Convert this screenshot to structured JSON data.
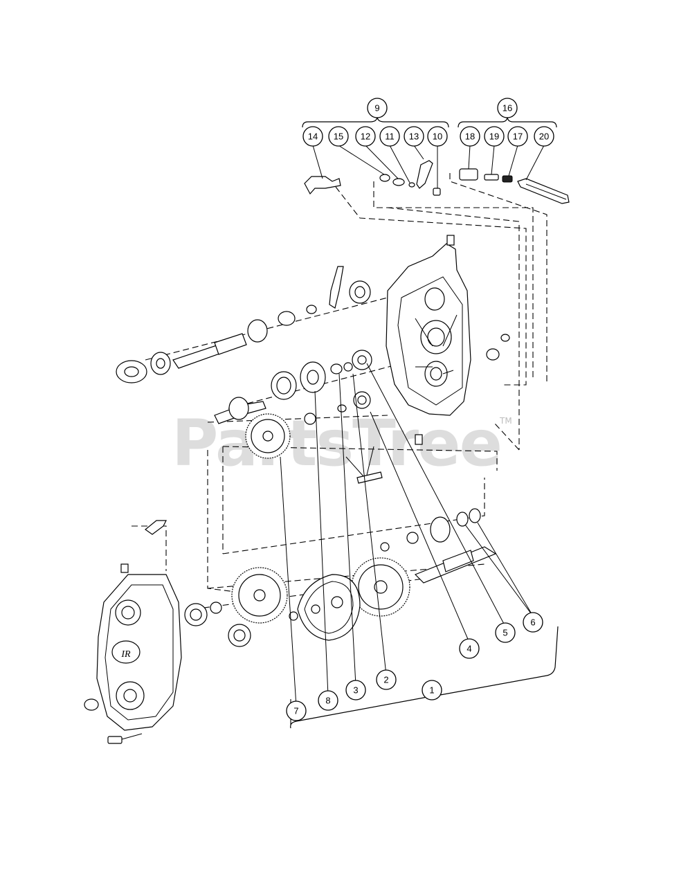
{
  "watermark": {
    "text": "PartsTree",
    "tm": "TM"
  },
  "callouts": {
    "c1": "1",
    "c2": "2",
    "c3": "3",
    "c4": "4",
    "c5": "5",
    "c6": "6",
    "c7": "7",
    "c8": "8",
    "c9": "9",
    "c10": "10",
    "c11": "11",
    "c12": "12",
    "c13": "13",
    "c14": "14",
    "c15": "15",
    "c16": "16",
    "c17": "17",
    "c18": "18",
    "c19": "19",
    "c20": "20"
  },
  "case_logo": "IR"
}
